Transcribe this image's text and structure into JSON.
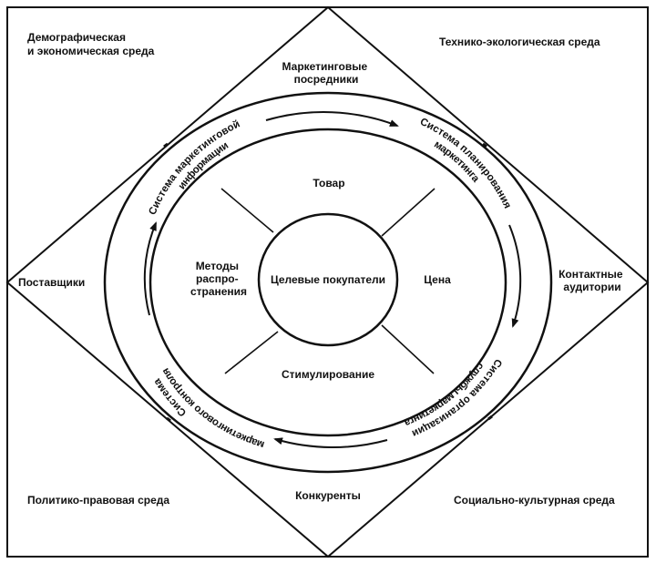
{
  "corners": {
    "top_left": [
      "Демографическая",
      "и экономическая среда"
    ],
    "top_right": "Технико-экологическая среда",
    "bottom_left": "Политико-правовая среда",
    "bottom_right": "Социально-культурная среда"
  },
  "diamond_nodes": {
    "top": [
      "Маркетинговые",
      "посредники"
    ],
    "left": "Поставщики",
    "right": [
      "Контактные",
      "аудитории"
    ],
    "bottom": "Конкуренты"
  },
  "ring_labels": {
    "top_left": [
      "Система маркетинговой",
      "информации"
    ],
    "top_right": [
      "Система планирования",
      "маркетинга"
    ],
    "bottom_right": [
      "Система организации",
      "службы маркетинга"
    ],
    "bottom_left": [
      "Система",
      "маркетингового контроля"
    ]
  },
  "inner_segments": {
    "top": "Товар",
    "right": "Цена",
    "bottom": "Стимулирование",
    "left": [
      "Методы",
      "распро-",
      "странения"
    ]
  },
  "center": "Целевые покупатели"
}
